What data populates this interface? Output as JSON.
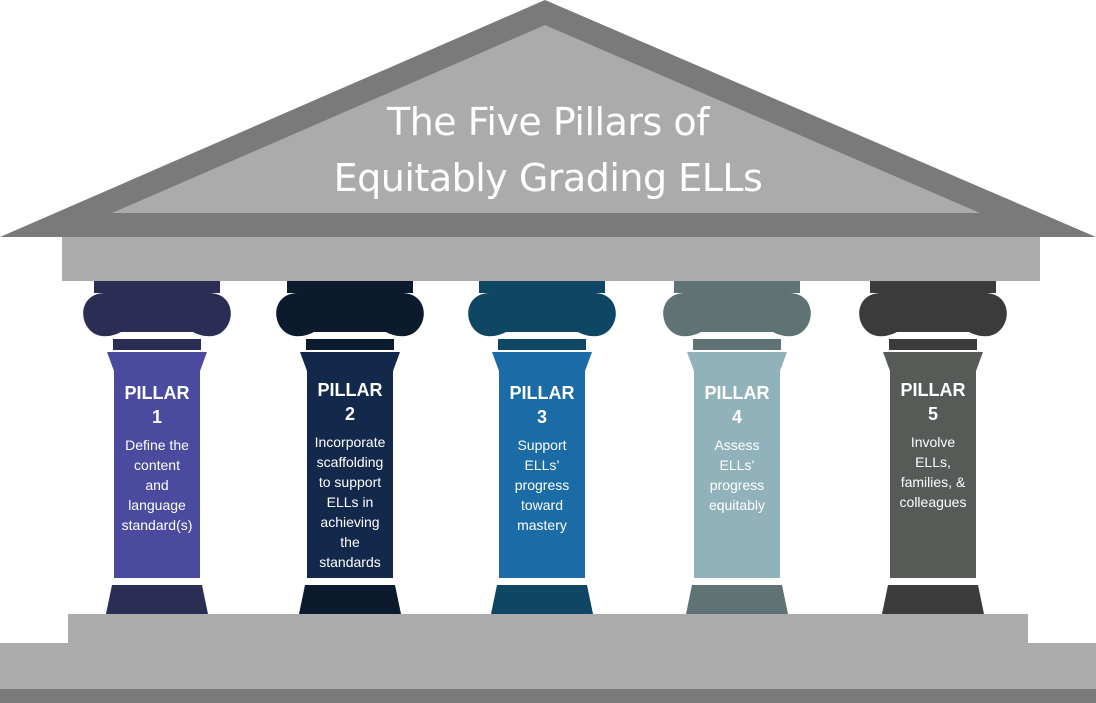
{
  "title": {
    "line1": "The Five Pillars of",
    "line2": "Equitably Grading ELLs"
  },
  "colors": {
    "roof_outer": "#7a7a7a",
    "roof_inner": "#ababab",
    "beam": "#ababab",
    "base_top": "#ababab",
    "base_bottom": "#ababab",
    "base_shadow": "#7a7a7a"
  },
  "pillars": [
    {
      "label": "PILLAR",
      "number": "1",
      "description": "Define the content and language standard(s)",
      "lines": [
        "Define the",
        "content",
        "and",
        "language",
        "standard(s)"
      ],
      "shaft_color": "#4a4a9e",
      "capital_color": "#2b2d55",
      "text_color": "#ffffff"
    },
    {
      "label": "PILLAR",
      "number": "2",
      "description": "Incorporate scaffolding to support ELLs in achieving the standards",
      "lines": [
        "Incorporate",
        "scaffolding",
        "to support",
        "ELLs in",
        "achieving",
        "the",
        "standards"
      ],
      "shaft_color": "#13294b",
      "capital_color": "#0c1a2e",
      "text_color": "#ffffff"
    },
    {
      "label": "PILLAR",
      "number": "3",
      "description": "Support ELLs' progress toward mastery",
      "lines": [
        "Support",
        "ELLs’",
        "progress",
        "toward",
        "mastery"
      ],
      "shaft_color": "#1a6ba6",
      "capital_color": "#0e4663",
      "text_color": "#ffffff"
    },
    {
      "label": "PILLAR",
      "number": "4",
      "description": "Assess ELLs' progress equitably",
      "lines": [
        "Assess",
        "ELLs’",
        "progress",
        "equitably"
      ],
      "shaft_color": "#92b2bb",
      "capital_color": "#5f7374",
      "text_color": "#ffffff"
    },
    {
      "label": "PILLAR",
      "number": "5",
      "description": "Involve ELLs, families, & colleagues",
      "lines": [
        "Involve",
        "ELLs,",
        "families, &",
        "colleagues"
      ],
      "shaft_color": "#565b58",
      "capital_color": "#3b3b3b",
      "text_color": "#ffffff"
    }
  ]
}
